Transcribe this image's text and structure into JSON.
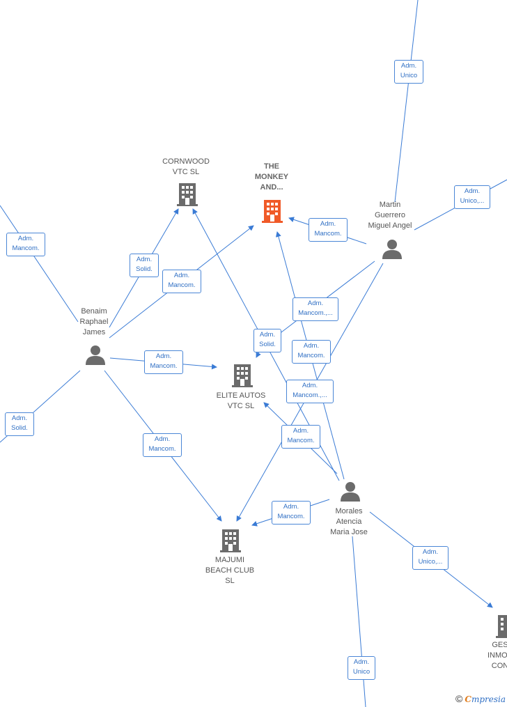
{
  "companies": {
    "cornwood": "CORNWOOD\nVTC  SL",
    "monkey": "THE\nMONKEY\nAND...",
    "elite": "ELITE AUTOS\nVTC  SL",
    "majumi": "MAJUMI\nBEACH CLUB\nSL",
    "ges": "GES\nINMOB\nCON"
  },
  "persons": {
    "benaim": "Benaim\nRaphael\nJames",
    "martin": "Martin\nGuerrero\nMiguel Angel",
    "morales": "Morales\nAtencia\nMaria Jose"
  },
  "badges": {
    "b1": "Adm.\nUnico",
    "b2": "Adm.\nUnico,...",
    "b3": "Adm.\nMancom.",
    "b4": "Adm.\nMancom.",
    "b5": "Adm.\nSolid.",
    "b6": "Adm.\nMancom.",
    "b7": "Adm.\nMancom.,...",
    "b8": "Adm.\nSolid.",
    "b9": "Adm.\nMancom.",
    "b10": "Adm.\nMancom.",
    "b11": "Adm.\nMancom.,...",
    "b12": "Adm.\nSolid.",
    "b13": "Adm.\nMancom.",
    "b14": "Adm.\nMancom.",
    "b15": "Adm.\nMancom.",
    "b16": "Adm.\nUnico,...",
    "b17": "Adm.\nUnico"
  },
  "footer": {
    "copyright": "©",
    "brand_first": "C",
    "brand_rest": "mpresia"
  },
  "colors": {
    "edge": "#3a7bd5",
    "company_icon": "#6b6b6b",
    "focus_icon": "#f05a28",
    "person_icon": "#6b6b6b"
  }
}
